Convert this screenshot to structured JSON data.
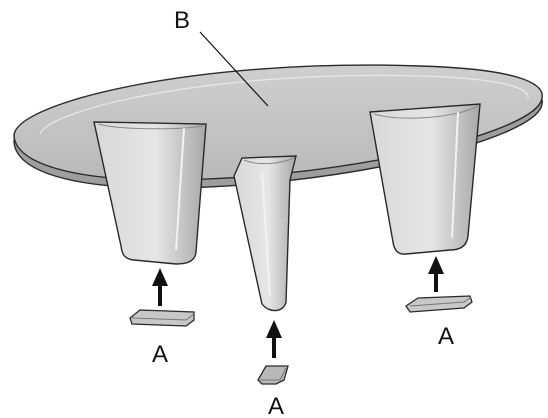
{
  "labels": {
    "top_part": "B",
    "foot_left": "A",
    "foot_center": "A",
    "foot_right": "A"
  },
  "colors": {
    "part_fill": "#c4c4c4",
    "part_light": "#e2e2e2",
    "part_shadow": "#9a9a9a",
    "outline": "#2a2a2a",
    "arrow": "#111111"
  }
}
